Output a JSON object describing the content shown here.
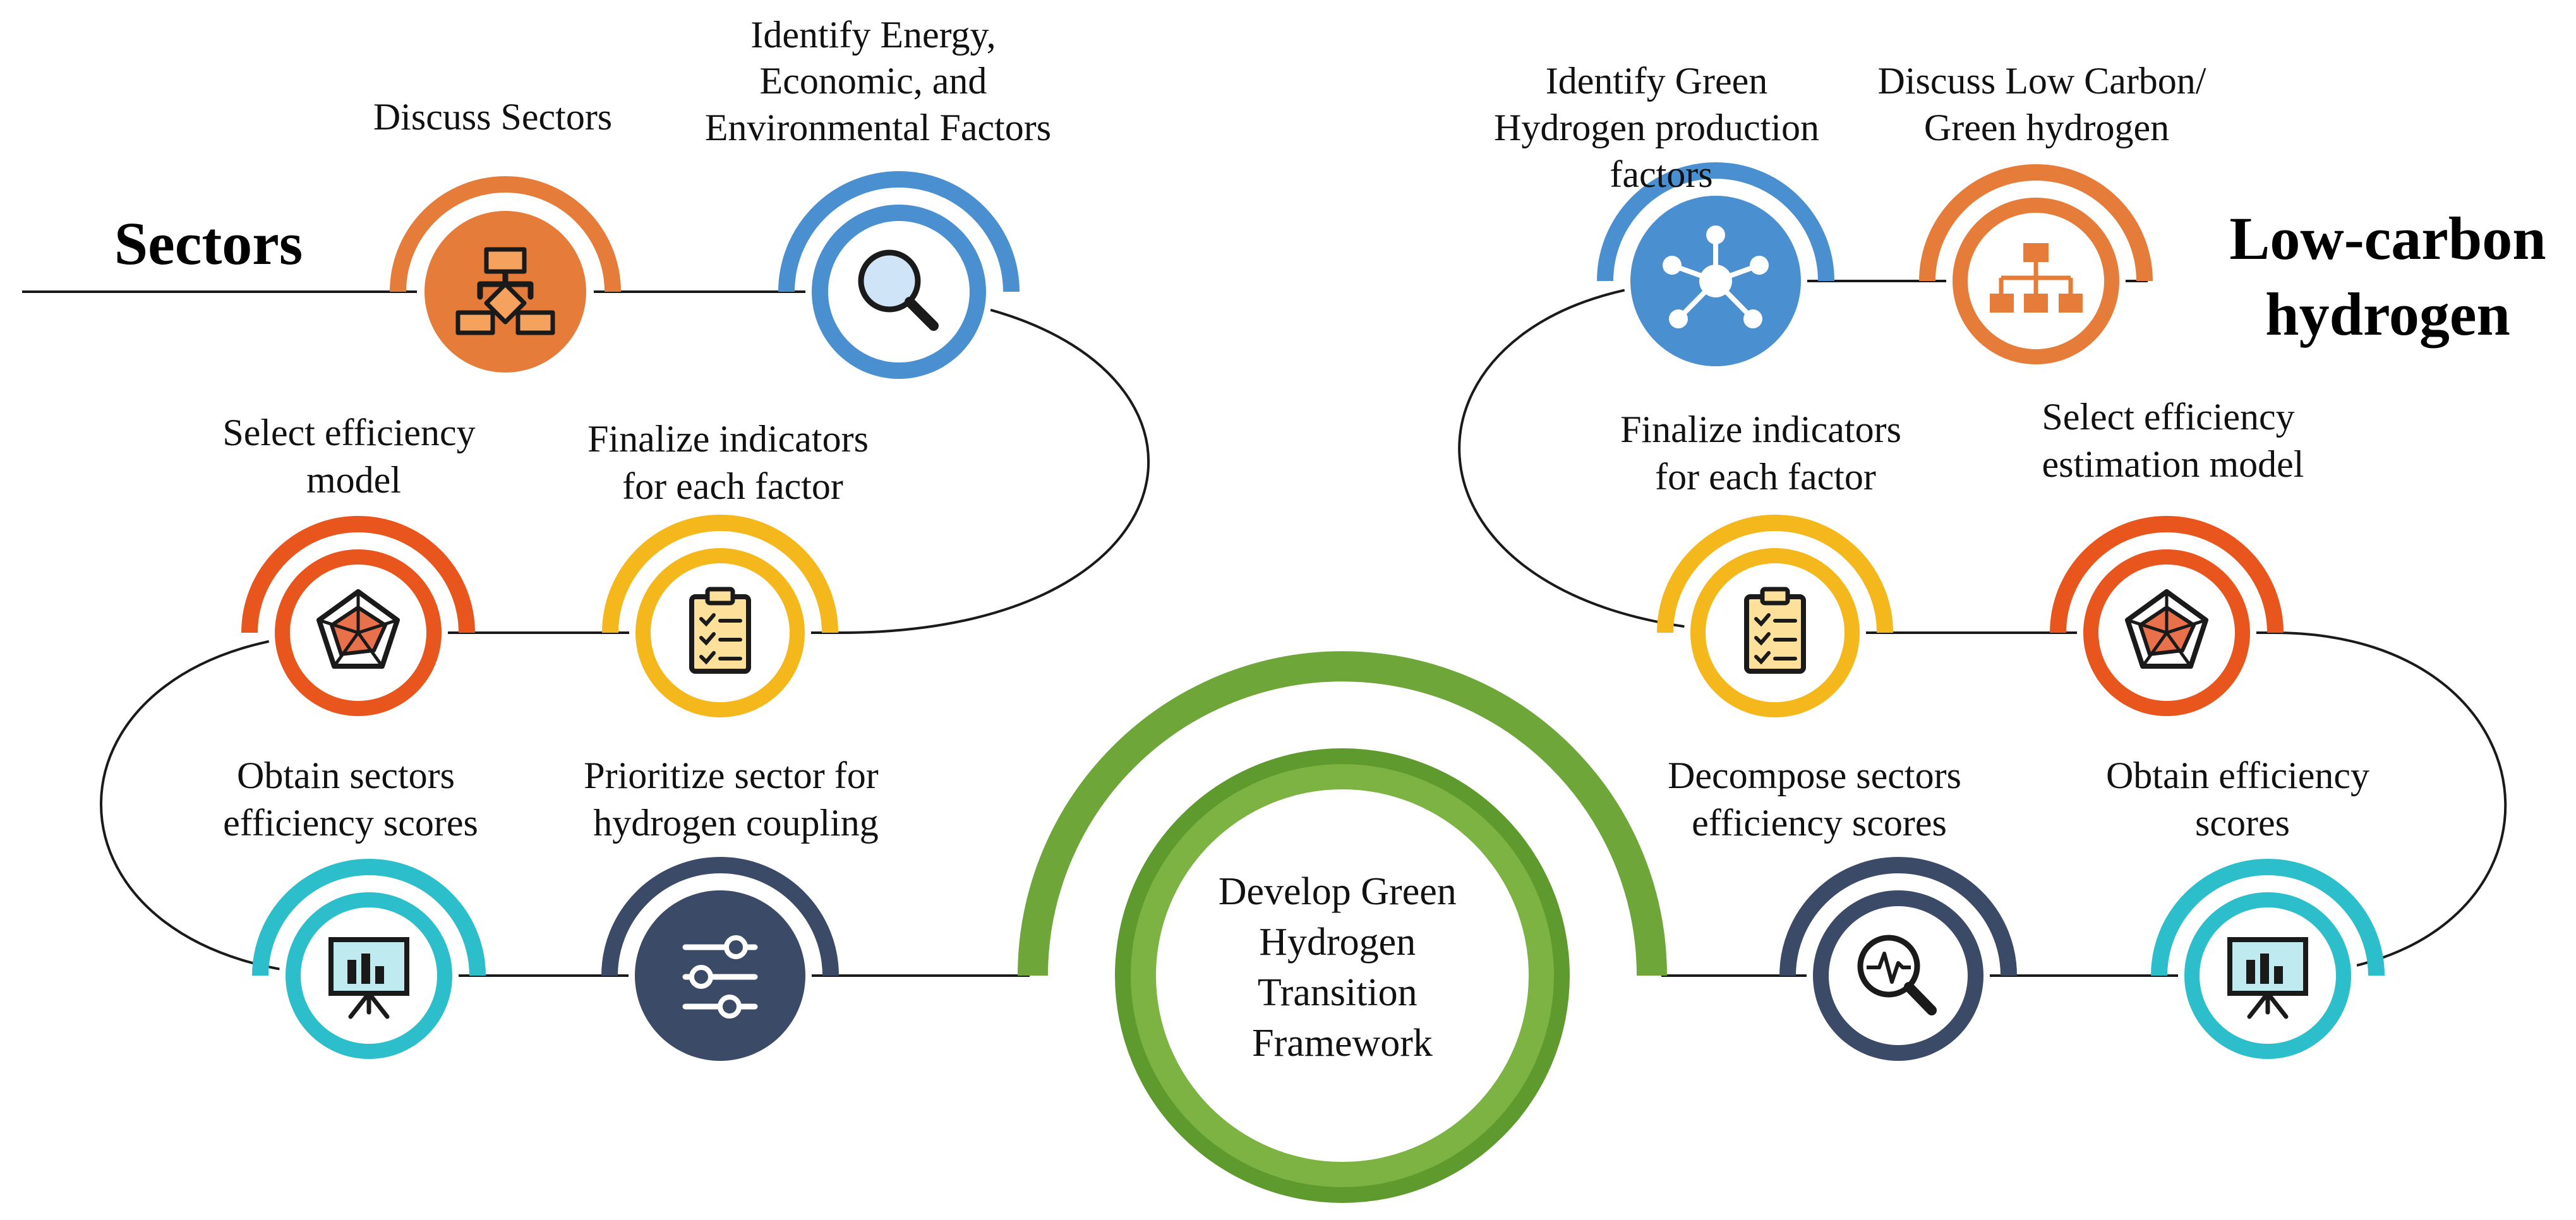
{
  "titles": {
    "left": "Sectors",
    "right_line1": "Low-carbon",
    "right_line2": "hydrogen"
  },
  "center": {
    "lines": [
      "Develop Green",
      "Hydrogen",
      "Transition",
      "Framework"
    ],
    "color": "#6fa63a"
  },
  "nodes": [
    {
      "id": "discuss-sectors",
      "icon": "flowchart-icon",
      "color": "#e67c3a",
      "label_lines": [
        "Discuss Sectors"
      ]
    },
    {
      "id": "identify-factors",
      "icon": "search-icon",
      "color": "#4a8fcf",
      "label_lines": [
        "Identify Energy,",
        "Economic, and",
        "Environmental Factors"
      ]
    },
    {
      "id": "select-efficiency-model",
      "icon": "radar-chart-icon",
      "color": "#e8561e",
      "label_lines": [
        "Select efficiency",
        "model"
      ]
    },
    {
      "id": "finalize-indicators-left",
      "icon": "checklist-icon",
      "color": "#f4b81c",
      "label_lines": [
        "Finalize indicators",
        "for each factor"
      ]
    },
    {
      "id": "obtain-sectors-scores",
      "icon": "presentation-chart-icon",
      "color": "#2dbecb",
      "label_lines": [
        "Obtain sectors",
        "efficiency scores"
      ]
    },
    {
      "id": "prioritize-sector",
      "icon": "sliders-icon",
      "color": "#3b4a66",
      "label_lines": [
        "Prioritize sector for",
        "hydrogen coupling"
      ]
    },
    {
      "id": "identify-green-hydrogen",
      "icon": "network-icon",
      "color": "#4a8fcf",
      "label_lines": [
        "Identify Green",
        "Hydrogen production",
        "factors"
      ]
    },
    {
      "id": "discuss-low-carbon",
      "icon": "hierarchy-icon",
      "color": "#e67c3a",
      "label_lines": [
        "Discuss Low Carbon/",
        "Green hydrogen"
      ]
    },
    {
      "id": "finalize-indicators-right",
      "icon": "checklist-icon",
      "color": "#f4b81c",
      "label_lines": [
        "Finalize indicators",
        "for each factor"
      ]
    },
    {
      "id": "select-efficiency-estimation",
      "icon": "radar-chart-icon",
      "color": "#e8561e",
      "label_lines": [
        "Select efficiency",
        "estimation model"
      ]
    },
    {
      "id": "decompose-scores",
      "icon": "analysis-magnifier-icon",
      "color": "#3b4a66",
      "label_lines": [
        "Decompose sectors",
        "efficiency scores"
      ]
    },
    {
      "id": "obtain-efficiency-scores",
      "icon": "presentation-chart-icon",
      "color": "#2dbecb",
      "label_lines": [
        "Obtain efficiency",
        "scores"
      ]
    }
  ]
}
